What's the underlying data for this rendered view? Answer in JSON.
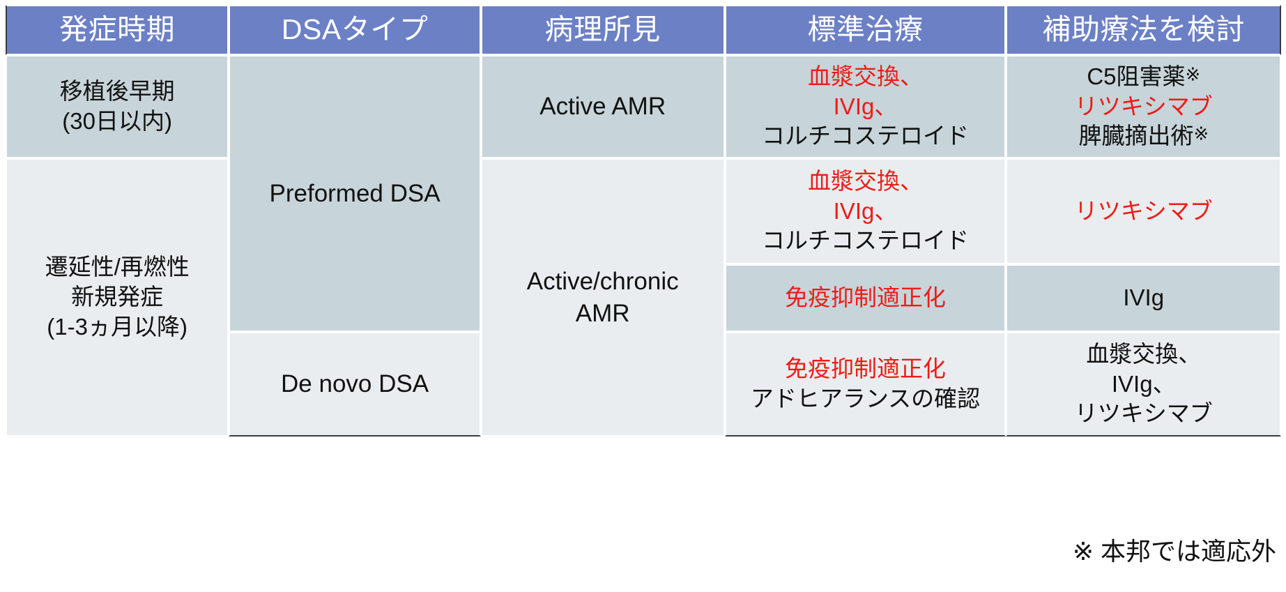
{
  "table": {
    "headers": [
      {
        "label": "発症時期",
        "name": "onset-timing"
      },
      {
        "label": "DSAタイプ",
        "name": "dsa-type"
      },
      {
        "label": "病理所見",
        "name": "pathology-findings"
      },
      {
        "label": "標準治療",
        "name": "standard-therapy"
      },
      {
        "label": "補助療法を検討",
        "name": "adjunct-therapy"
      }
    ],
    "rows": [
      {
        "tone": "dark",
        "onset": {
          "lines": [
            "移植後早期",
            "(30日以内)"
          ]
        },
        "dsa": {
          "lines": [
            "Preformed DSA"
          ]
        },
        "pathology": {
          "lines": [
            "Active AMR"
          ]
        },
        "standard": {
          "lines": [
            {
              "text": "血漿交換、",
              "color": "red"
            },
            {
              "text": "IVIg、",
              "color": "red"
            },
            {
              "text": "コルチコステロイド",
              "color": "black"
            }
          ]
        },
        "adjunct": {
          "lines": [
            {
              "text": "C5阻害薬",
              "mark": "※",
              "color": "black"
            },
            {
              "text": "リツキシマブ",
              "color": "red"
            },
            {
              "text": "脾臓摘出術",
              "mark": "※",
              "color": "black"
            }
          ]
        }
      },
      {
        "tone": "light",
        "onset": {
          "lines": [
            "遷延性/再燃性",
            "新規発症",
            "(1-3ヵ月以降)"
          ]
        },
        "pathology": {
          "lines": [
            "Active/chronic",
            "AMR"
          ]
        },
        "standard": {
          "lines": [
            {
              "text": "血漿交換、",
              "color": "red"
            },
            {
              "text": "IVIg、",
              "color": "red"
            },
            {
              "text": "コルチコステロイド",
              "color": "black"
            }
          ]
        },
        "adjunct": {
          "lines": [
            {
              "text": "リツキシマブ",
              "color": "red"
            }
          ]
        }
      },
      {
        "tone": "dark",
        "standard": {
          "lines": [
            {
              "text": "免疫抑制適正化",
              "color": "red"
            }
          ]
        },
        "adjunct": {
          "lines": [
            {
              "text": "IVIg",
              "color": "black"
            }
          ]
        }
      },
      {
        "tone": "light",
        "dsa": {
          "lines": [
            "De novo DSA"
          ]
        },
        "standard": {
          "lines": [
            {
              "text": "免疫抑制適正化",
              "color": "red"
            },
            {
              "text": "アドヒアランスの確認",
              "color": "black"
            }
          ]
        },
        "adjunct": {
          "lines": [
            {
              "text": "血漿交換、",
              "color": "black"
            },
            {
              "text": "IVIg、",
              "color": "black"
            },
            {
              "text": "リツキシマブ",
              "color": "black"
            }
          ]
        }
      }
    ]
  },
  "footnote": {
    "text": "※ 本邦では適応外"
  },
  "colors": {
    "header_bg": "#6C80C6",
    "header_text": "#FFFFFF",
    "row_dark": "#C7D4D9",
    "row_light": "#E9EDEF",
    "accent_red": "#EE1C18",
    "body_text": "#111111",
    "grid_line": "#FFFFFF",
    "outer_rule": "#3B3B3B"
  },
  "cell_text": {
    "r1_onset": "移植後早期\n(30日以内)",
    "r1_dsa": "Preformed DSA",
    "r1_path": "Active AMR",
    "r1_std": "血漿交換、\nIVIg、\nコルチコステロイド",
    "r1_adj": "C5阻害薬※\nリツキシマブ\n脾臓摘出術※",
    "r2_onset": "遷延性/再燃性\n新規発症\n(1-3ヵ月以降)",
    "r2_path": "Active/chronic\nAMR",
    "r2_std": "血漿交換、\nIVIg、\nコルチコステロイド",
    "r2_adj": "リツキシマブ",
    "r3_std": "免疫抑制適正化",
    "r3_adj": "IVIg",
    "r4_dsa": "De novo DSA",
    "r4_std": "免疫抑制適正化\nアドヒアランスの確認",
    "r4_adj": "血漿交換、\nIVIg、\nリツキシマブ"
  }
}
